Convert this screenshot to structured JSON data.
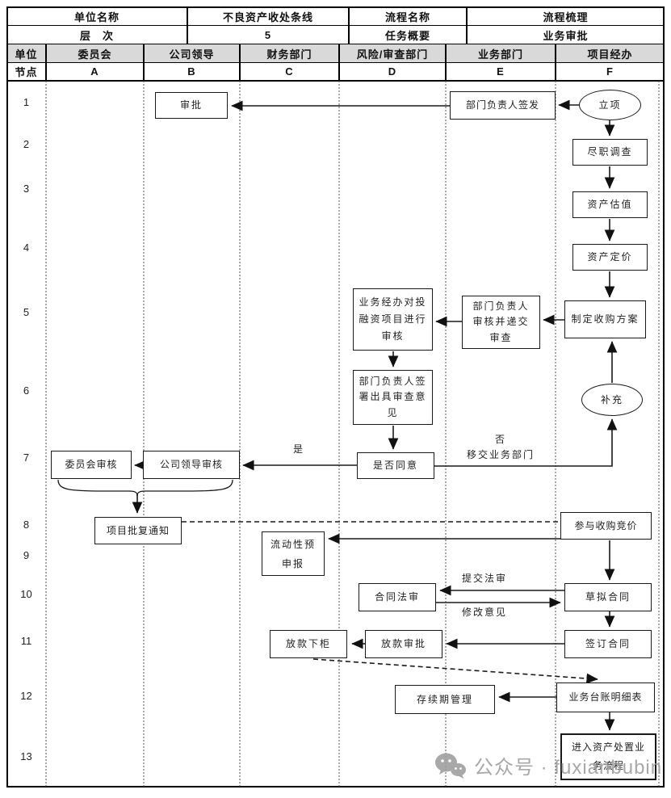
{
  "doc": {
    "info_table": {
      "r1c1": "单位名称",
      "r1c2": "不良资产收处条线",
      "r1c3": "流程名称",
      "r1c4": "流程梳理",
      "r2c1": "层　次",
      "r2c2": "5",
      "r2c3": "任务概要",
      "r2c4": "业务审批"
    },
    "lane_header": {
      "unit": "单位",
      "node": "节点",
      "lanes": [
        "委员会",
        "公司领导",
        "财务部门",
        "风险/审查部门",
        "业务部门",
        "项目经办"
      ],
      "letters": [
        "A",
        "B",
        "C",
        "D",
        "E",
        "F"
      ]
    },
    "row_numbers": [
      "1",
      "2",
      "3",
      "4",
      "5",
      "6",
      "7",
      "8",
      "9",
      "10",
      "11",
      "12",
      "13"
    ]
  },
  "flow": {
    "nodes": {
      "approve": "审批",
      "sign_issue": "部门负责人签发",
      "project_init": "立项",
      "due_diligence": "尽职调查",
      "asset_valuation": "资产估值",
      "asset_pricing": "资产定价",
      "handler_review": "业务经办对投融资项目进行审核",
      "dept_head_review": "部门负责人审核并递交审查",
      "acquisition_plan": "制定收购方案",
      "dept_head_sign": "部门负责人签署出具审查意见",
      "supplement": "补充",
      "committee_review": "委员会审核",
      "leader_review": "公司领导审核",
      "agree_or_not": "是否同意",
      "approval_notice": "项目批复通知",
      "bid": "参与收购竞价",
      "liquidity": "流动性预申报",
      "contract_legal": "合同法审",
      "draft_contract": "草拟合同",
      "loan_release": "放款下柜",
      "loan_approval": "放款审批",
      "sign_contract": "签订合同",
      "duration_mgmt": "存续期管理",
      "ledger": "业务台账明细表",
      "disposal": "进入资产处置业务流程"
    },
    "edge_labels": {
      "yes": "是",
      "no": "否",
      "transfer": "移交业务部门",
      "submit_legal": "提交法审",
      "revision": "修改意见"
    }
  },
  "watermark": {
    "text": "公众号 · fuxianbubin"
  }
}
